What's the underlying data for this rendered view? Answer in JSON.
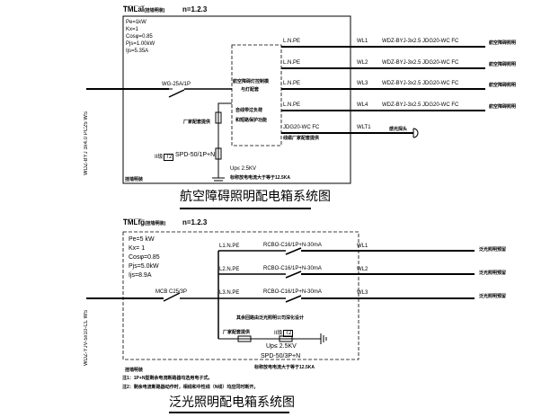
{
  "panel1": {
    "name_code": "T̅M̅L̅a̅l̅",
    "name_suffix": "(挂墙明装)",
    "n_label": "n=1.2.3",
    "params": [
      "Pe=1kW",
      "Kx=1",
      "Cosφ=0.85",
      "Pjs=1.00kW",
      "Ijs=5.35A"
    ],
    "incoming_cable": "WDZ-BYJ 3x4.0 PC25 WS",
    "main_breaker": "WG-25A/1P",
    "controller_text": [
      "航空障碍灯控制模",
      "与灯配套"
    ],
    "controller_protect": [
      "自线带过负荷",
      "和短路保护功能"
    ],
    "vendor_note": "厂家配套提供",
    "spd_class": "II级",
    "spd_box": "T2",
    "spd_label": "SPD-50/1P+N",
    "up_label": "Up≤ 2.5KV",
    "discharge_note": "标称放电电流大于等于12.5KA",
    "mount_note": "挂墙明装",
    "circuits": [
      {
        "phase": "L.N.PE",
        "id": "WL1",
        "cable": "WDZ-BYJ-3x2.5 JDG20-WC FC",
        "load": "航空障碍照明"
      },
      {
        "phase": "L.N.PE",
        "id": "WL2",
        "cable": "WDZ-BYJ-3x2.5 JDG20-WC FC",
        "load": "航空障碍照明"
      },
      {
        "phase": "L.N.PE",
        "id": "WL3",
        "cable": "WDZ-BYJ-3x2.5 JDG20-WC FC",
        "load": "航空障碍照明"
      },
      {
        "phase": "L.N.PE",
        "id": "WL4",
        "cable": "WDZ-BYJ-3x2.5 JDG20-WC FC",
        "load": "航空障碍照明"
      }
    ],
    "sensor_circuit": {
      "conduit": "JDG20-WC FC",
      "note": "线缆厂家配套提供",
      "id": "WLT1",
      "load": "感光探头"
    },
    "title": "航空障碍照明配电箱系统图"
  },
  "panel2": {
    "name_code": "T̅M̅L̅f̅g̅",
    "name_suffix": "(挂墙明装)",
    "n_label": "n=1.2.3",
    "params": [
      "Pe=5 kW",
      "Kx= 1",
      "Cosφ=0.85",
      "Pjs=5.0kW",
      "Ijs=8.9A"
    ],
    "incoming_cable": "WDZ-YJV-5x10-CL WS",
    "main_breaker": "MCB C25/3P",
    "circuits": [
      {
        "phase": "L1.N.PE",
        "breaker": "RCBO-C16/1P+N-30mA",
        "id": "WL1",
        "load": "泛光照明预留"
      },
      {
        "phase": "L2.N.PE",
        "breaker": "RCBO-C16/1P+N-30mA",
        "id": "WL2",
        "load": "泛光照明预留"
      },
      {
        "phase": "L3.N.PE",
        "breaker": "RCBO-C16/1P+N-30mA",
        "id": "WL3",
        "load": "泛光照明预留"
      }
    ],
    "design_note": "其余回路由泛光照明公司深化设计",
    "vendor_note": "厂家配套提供",
    "spd_class": "II级",
    "spd_box": "T2",
    "up_label": "Up≤ 2.5KV",
    "spd_label": "SPD-50/3P+N",
    "discharge_note": "标称放电电流大于等于12.5KA",
    "mount_note": "挂墙明装",
    "title": "泛光照明配电箱系统图"
  },
  "notes": [
    "注1：1P+N型剩余电流断路器均选用电子式。",
    "注2：剩余电流断路器动作时，相线和中性线（N线）均应同时断开。"
  ]
}
